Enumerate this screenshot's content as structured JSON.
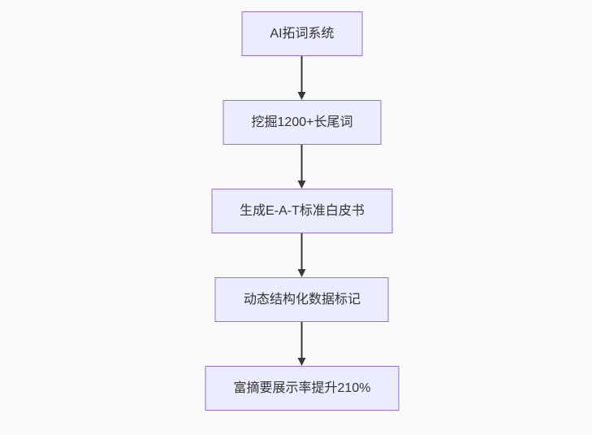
{
  "background_color": "#fafafa",
  "flowchart": {
    "type": "flowchart-top-down",
    "node_fill": "#ECECFF",
    "node_border": "#9370DB",
    "text_color": "#333333",
    "arrow_color": "#383838",
    "nodes": [
      {
        "id": "n1",
        "label": "AI拓词系统"
      },
      {
        "id": "n2",
        "label": "挖掘1200+长尾词"
      },
      {
        "id": "n3",
        "label": "生成E-A-T标准白皮书"
      },
      {
        "id": "n4",
        "label": "动态结构化数据标记"
      },
      {
        "id": "n5",
        "label": "富摘要展示率提升210%"
      }
    ],
    "edges": [
      {
        "from": "n1",
        "to": "n2"
      },
      {
        "from": "n2",
        "to": "n3"
      },
      {
        "from": "n3",
        "to": "n4"
      },
      {
        "from": "n4",
        "to": "n5"
      }
    ]
  }
}
